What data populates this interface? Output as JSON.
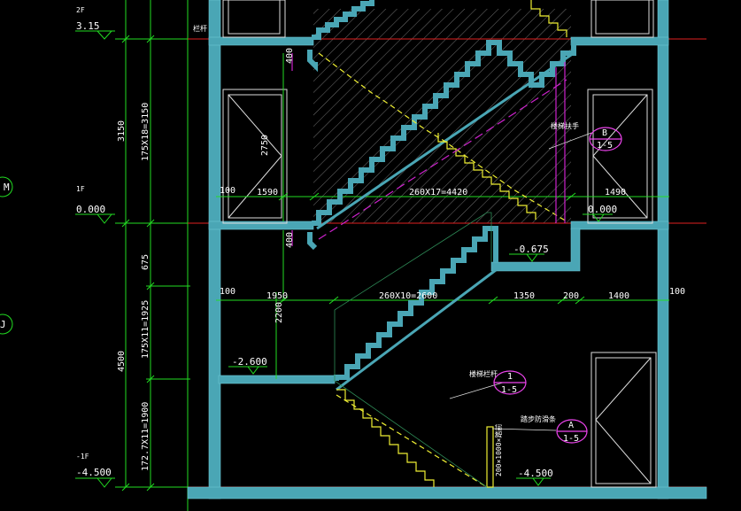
{
  "levels": {
    "l2f_tag": "2F",
    "l2f_elev": "3.15",
    "l1f_tag": "1F",
    "l1f_elev": "0.000",
    "lb1_tag": "-1F",
    "lb1_elev": "-4.500",
    "landing_1f": "0.000",
    "landing_m0675": "-0.675",
    "landing_m2600": "-2.600",
    "landing_m4500": "-4.500"
  },
  "vertical_dims": {
    "upper_total": "3150",
    "upper_steps": "175X18=3150",
    "lower_total": "4500",
    "d675": "675",
    "lower_steps1": "175X11=1925",
    "lower_steps2": "172.7X11=1900",
    "w_2750": "2750",
    "h_400a": "400",
    "h_400b": "400",
    "h_2200": "2200",
    "wall_dim_v": "200×1000×踏前"
  },
  "horizontal_dims": {
    "upper": [
      "100",
      "1590",
      "260X17=4420",
      "1490"
    ],
    "lower": [
      "100",
      "1950",
      "260X10=2600",
      "1350",
      "200",
      "1400",
      "100"
    ]
  },
  "notes": {
    "top_label": "栏杆",
    "railing_upper": "楼梯扶手",
    "railing_lower": "楼梯栏杆",
    "step_nosing": "踏步防滑条"
  },
  "callouts": [
    {
      "top": "B",
      "bottom": "1-5"
    },
    {
      "top": "1",
      "bottom": "1-5"
    },
    {
      "top": "A",
      "bottom": "1-5"
    }
  ],
  "axis_bubbles": [
    "M",
    "J"
  ],
  "colors": {
    "wall": "#4aa6b5",
    "dim": "#22dd22",
    "floor_line": "#e02020",
    "stair_hidden": "#eeee33",
    "handrail": "#cc22cc",
    "text": "#ffffff"
  }
}
